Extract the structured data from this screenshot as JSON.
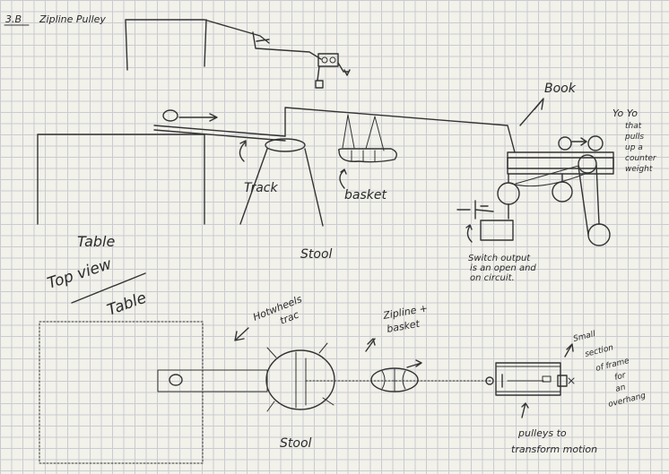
{
  "title_number": "3.B",
  "title_text": "Zipline Pulley",
  "labels": {
    "book": "Book",
    "yoyo": [
      "Yo Yo",
      "that",
      "pulls",
      "up a",
      "counter",
      "weight"
    ],
    "track": "Track",
    "basket": "basket",
    "stool": "Stool",
    "table": "Table",
    "switch": [
      "Switch output",
      "is an open and",
      "on circuit."
    ],
    "top_view": "Top view",
    "table_top": "Table",
    "hotwheels": [
      "Hotwheels",
      "trac"
    ],
    "zipline_basket": [
      "Zipline +",
      "basket"
    ],
    "small_section": [
      "Small",
      "section",
      "of frame",
      "for",
      "an",
      "overhang"
    ],
    "stool_top": "Stool",
    "pulleys": [
      "pulleys to",
      "transform motion"
    ]
  }
}
